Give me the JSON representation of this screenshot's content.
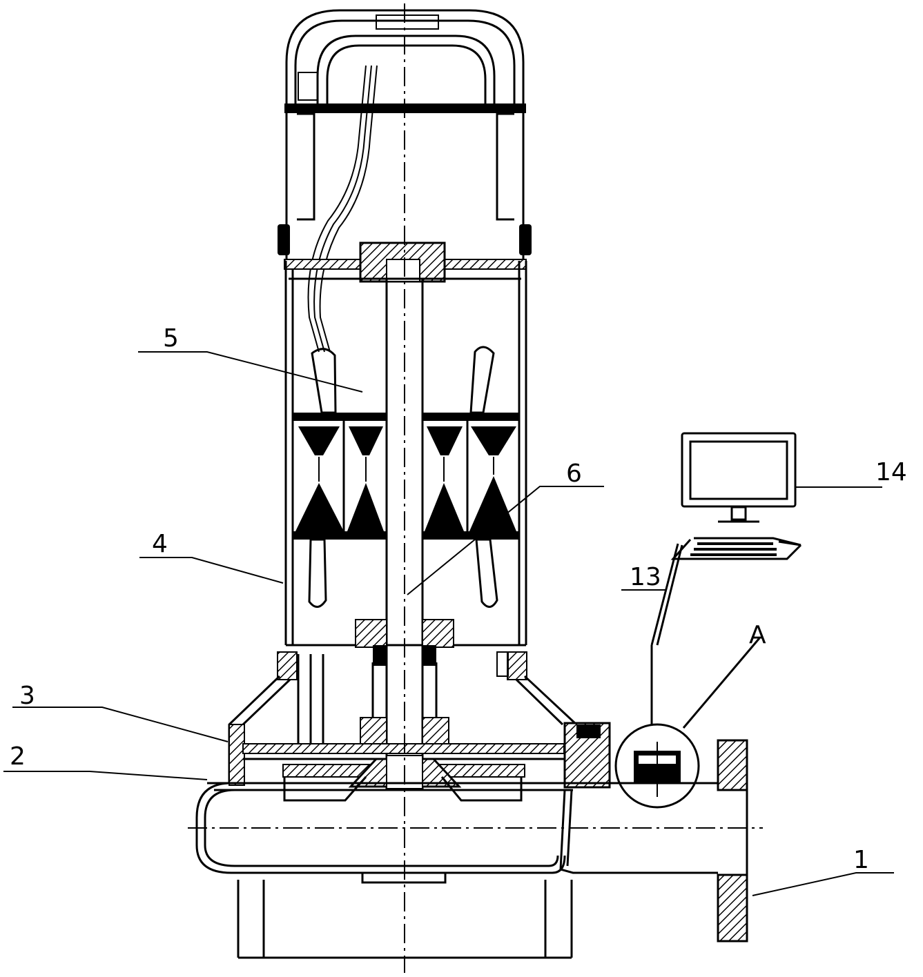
{
  "labels": {
    "l1": "1",
    "l2": "2",
    "l3": "3",
    "l4": "4",
    "l5": "5",
    "l6": "6",
    "l13": "13",
    "l14": "14",
    "lA": "A"
  }
}
